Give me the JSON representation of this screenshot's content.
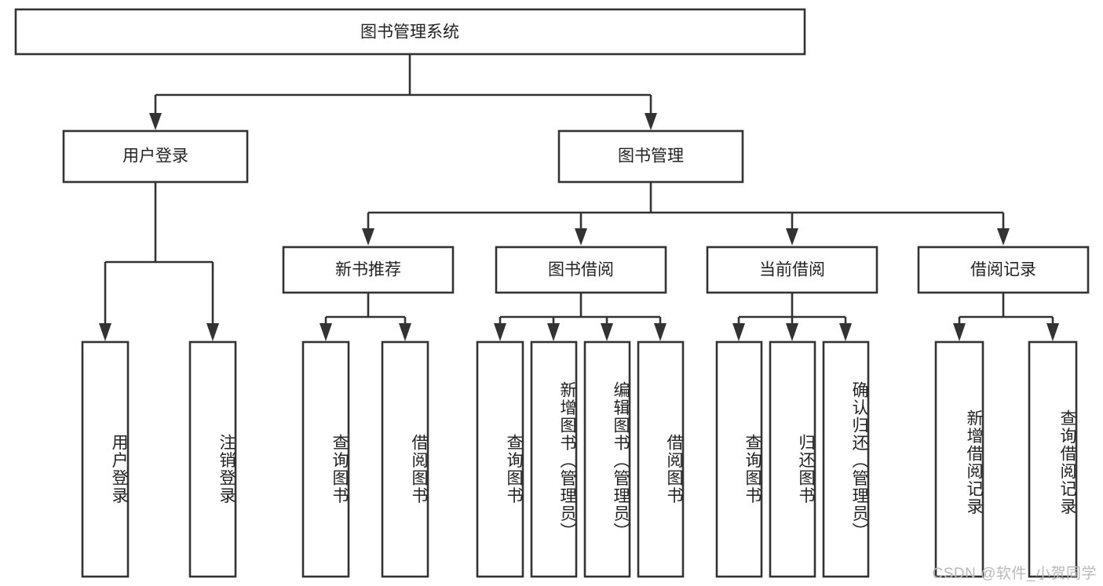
{
  "diagram": {
    "title": "图书管理系统",
    "type": "tree",
    "watermark": "CSDN @软件_小贺同学",
    "colors": {
      "stroke": "#333333",
      "box_fill": "#ffffff",
      "text": "#222222",
      "background": "#ffffff",
      "watermark": "#b9b9b9"
    },
    "root": {
      "id": "root",
      "label": "图书管理系统",
      "orientation": "horizontal"
    },
    "level2": [
      {
        "id": "user-login",
        "label": "用户登录",
        "orientation": "horizontal"
      },
      {
        "id": "book-manage",
        "label": "图书管理",
        "orientation": "horizontal"
      }
    ],
    "level3": [
      {
        "id": "new-book-recommend",
        "label": "新书推荐",
        "parent": "book-manage",
        "orientation": "horizontal"
      },
      {
        "id": "book-borrow",
        "label": "图书借阅",
        "parent": "book-manage",
        "orientation": "horizontal"
      },
      {
        "id": "current-borrow",
        "label": "当前借阅",
        "parent": "book-manage",
        "orientation": "horizontal"
      },
      {
        "id": "borrow-record",
        "label": "借阅记录",
        "parent": "book-manage",
        "orientation": "horizontal"
      }
    ],
    "leaves": [
      {
        "id": "leaf-user-login",
        "label": "用户登录",
        "parent": "user-login",
        "orientation": "vertical"
      },
      {
        "id": "leaf-logout-login",
        "label": "注销登录",
        "parent": "user-login",
        "orientation": "vertical"
      },
      {
        "id": "leaf-query-book-1",
        "label": "查询图书",
        "parent": "new-book-recommend",
        "orientation": "vertical"
      },
      {
        "id": "leaf-borrow-book-1",
        "label": "借阅图书",
        "parent": "new-book-recommend",
        "orientation": "vertical"
      },
      {
        "id": "leaf-query-book-2",
        "label": "查询图书",
        "parent": "book-borrow",
        "orientation": "vertical"
      },
      {
        "id": "leaf-add-book",
        "label": "新增图书（管理员）",
        "parent": "book-borrow",
        "orientation": "vertical"
      },
      {
        "id": "leaf-edit-book",
        "label": "编辑图书（管理员）",
        "parent": "book-borrow",
        "orientation": "vertical"
      },
      {
        "id": "leaf-borrow-book-2",
        "label": "借阅图书",
        "parent": "book-borrow",
        "orientation": "vertical"
      },
      {
        "id": "leaf-query-book-3",
        "label": "查询图书",
        "parent": "current-borrow",
        "orientation": "vertical"
      },
      {
        "id": "leaf-return-book",
        "label": "归还图书",
        "parent": "current-borrow",
        "orientation": "vertical"
      },
      {
        "id": "leaf-confirm-return",
        "label": "确认归还（管理员）",
        "parent": "current-borrow",
        "orientation": "vertical"
      },
      {
        "id": "leaf-add-record",
        "label": "新增借阅记录",
        "parent": "borrow-record",
        "orientation": "vertical"
      },
      {
        "id": "leaf-query-record",
        "label": "查询借阅记录",
        "parent": "borrow-record",
        "orientation": "vertical"
      }
    ]
  }
}
